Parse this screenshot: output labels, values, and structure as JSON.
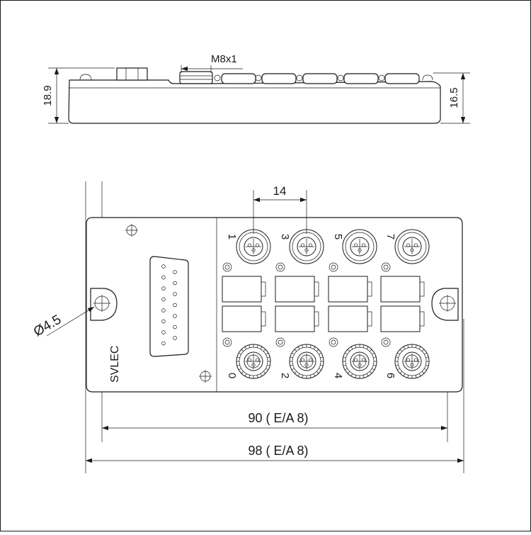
{
  "side_view": {
    "height_left": "18.9",
    "height_right": "16.5",
    "thread": "M8x1"
  },
  "front_view": {
    "pitch": "14",
    "hole_diameter": "Ø4.5",
    "label": "SVLEC",
    "width_inner": "90 ( E/A 8)",
    "width_outer": "98 ( E/A 8)",
    "port_numbers_top": [
      "1",
      "3",
      "5",
      "7"
    ],
    "port_numbers_bottom": [
      "0",
      "2",
      "4",
      "6"
    ]
  }
}
